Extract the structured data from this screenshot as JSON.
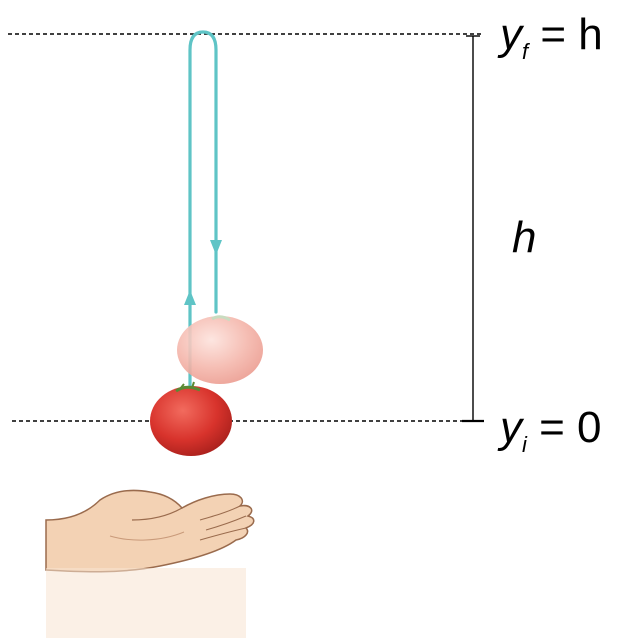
{
  "labels": {
    "top": {
      "var": "y",
      "sub": "f",
      "rest": " = h"
    },
    "bottom": {
      "var": "y",
      "sub": "i",
      "rest": " = 0"
    },
    "height": "h"
  },
  "colors": {
    "path": "#5fc4c6",
    "reference_line": "#000000",
    "tomato": "#d8332c",
    "tomato_faded": "#f2b1a8",
    "skin": "#f3d2b4",
    "skin_outline": "#9a6b4d"
  },
  "icons": {
    "tomato": "tomato-icon",
    "hand": "hand-icon"
  }
}
